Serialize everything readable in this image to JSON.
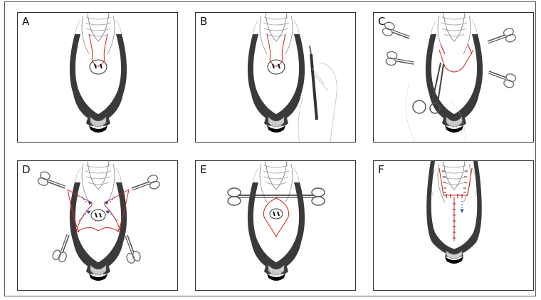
{
  "figure": {
    "panels": [
      {
        "label": "A",
        "stage": "incision-outline"
      },
      {
        "label": "B",
        "stage": "incision-with-scalpel"
      },
      {
        "label": "C",
        "stage": "flap-dissection-with-scissors"
      },
      {
        "label": "D",
        "stage": "flaps-retracted-with-clamps"
      },
      {
        "label": "E",
        "stage": "flaps-approximated-with-clamp"
      },
      {
        "label": "F",
        "stage": "closure-sutured"
      }
    ],
    "colors": {
      "incision": "#d42020",
      "arrow": "#2a52c0",
      "pad": "#3a3a3a",
      "outline": "#222222",
      "hand": "#bbbbbb"
    }
  }
}
